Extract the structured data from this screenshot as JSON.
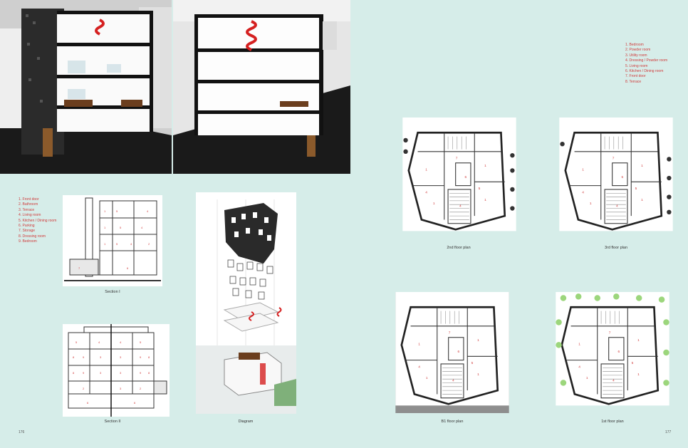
{
  "pages": {
    "left_number": "176",
    "right_number": "177"
  },
  "legend_right": {
    "items": [
      "1. Bedroom",
      "2. Powder room",
      "3. Utility room",
      "4. Dressing / Powder room",
      "5. Living room",
      "6. Kitchen / Dining room",
      "7. Front door",
      "8. Terrace"
    ]
  },
  "legend_left": {
    "items": [
      "1. Front door",
      "2. Bathroom",
      "3. Terrace",
      "4. Living room",
      "5. Kitchen / Dining room",
      "6. Parking",
      "7. Storage",
      "8. Dressing room",
      "9. Bedroom"
    ]
  },
  "captions": {
    "section1": "Section I",
    "section2": "Section II",
    "diagram": "Diagram",
    "floor2": "2nd floor plan",
    "floor3": "3rd floor plan",
    "floorB1": "B1 floor plan",
    "floor1": "1st floor plan"
  },
  "colors": {
    "background": "#d6ede9",
    "accent_red": "#d03a3a"
  }
}
